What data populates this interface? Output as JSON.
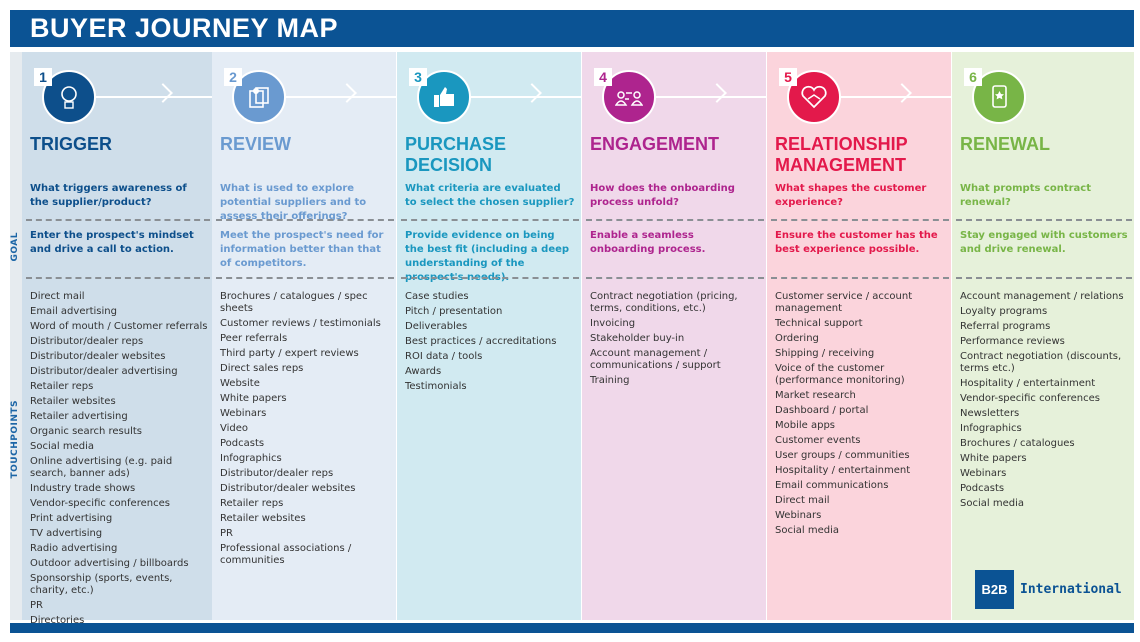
{
  "header": {
    "title": "BUYER JOURNEY MAP"
  },
  "side_labels": {
    "goal": "GOAL",
    "touchpoints": "TOUCHPOINTS"
  },
  "stages": [
    {
      "num": "1",
      "title": "TRIGGER",
      "icon": "lightbulb-icon",
      "color": "#0d4f8b",
      "bg": "#cfdeea",
      "question": "What triggers awareness of the supplier/product?",
      "goal": "Enter the prospect's mindset and drive a call to action.",
      "touchpoints": [
        "Direct mail",
        "Email advertising",
        "Word of mouth / Customer referrals",
        "Distributor/dealer reps",
        "Distributor/dealer websites",
        "Distributor/dealer advertising",
        "Retailer reps",
        "Retailer websites",
        "Retailer advertising",
        "Organic search results",
        "Social media",
        "Online advertising (e.g. paid search, banner ads)",
        "Industry trade shows",
        "Vendor-specific conferences",
        "Print advertising",
        "TV advertising",
        "Radio advertising",
        "Outdoor advertising / billboards",
        "Sponsorship (sports, events, charity, etc.)",
        "PR",
        "Directories"
      ]
    },
    {
      "num": "2",
      "title": "REVIEW",
      "icon": "documents-pin-icon",
      "color": "#6a9ad0",
      "bg": "#e4ecf5",
      "question": "What is used to explore potential suppliers and to assess their offerings?",
      "goal": "Meet the prospect's need for information better than that of competitors.",
      "touchpoints": [
        "Brochures / catalogues / spec sheets",
        "Customer reviews / testimonials",
        "Peer referrals",
        "Third party / expert reviews",
        "Direct sales reps",
        "Website",
        "White papers",
        "Webinars",
        "Video",
        "Podcasts",
        "Infographics",
        "Distributor/dealer reps",
        "Distributor/dealer websites",
        "Retailer reps",
        "Retailer websites",
        "PR",
        "Professional associations / communities"
      ]
    },
    {
      "num": "3",
      "title": "PURCHASE DECISION",
      "icon": "thumbs-up-icon",
      "color": "#1a97bf",
      "bg": "#d1eaf1",
      "question": "What criteria are evaluated to select the chosen supplier?",
      "goal": "Provide evidence on being the best fit (including a deep understanding of the prospect's needs).",
      "touchpoints": [
        "Case studies",
        "Pitch / presentation",
        "Deliverables",
        "Best practices / accreditations",
        "ROI data / tools",
        "Awards",
        "Testimonials"
      ]
    },
    {
      "num": "4",
      "title": "ENGAGEMENT",
      "icon": "people-exchange-icon",
      "color": "#ae248e",
      "bg": "#f0d8ea",
      "question": "How does the onboarding process unfold?",
      "goal": "Enable a seamless onboarding process.",
      "touchpoints": [
        "Contract negotiation (pricing, terms, conditions, etc.)",
        "Invoicing",
        "Stakeholder buy-in",
        "Account management / communications / support",
        "Training"
      ]
    },
    {
      "num": "5",
      "title": "RELATIONSHIP MANAGEMENT",
      "icon": "heart-handshake-icon",
      "color": "#e3194b",
      "bg": "#fbd4dc",
      "question": "What shapes the customer experience?",
      "goal": "Ensure the customer has the best experience possible.",
      "touchpoints": [
        "Customer service / account management",
        "Technical support",
        "Ordering",
        "Shipping / receiving",
        "Voice of the customer (performance monitoring)",
        "Market research",
        "Dashboard / portal",
        "Mobile apps",
        "Customer events",
        "User groups / communities",
        "Hospitality / entertainment",
        "Email communications",
        "Direct mail",
        "Webinars",
        "Social media"
      ]
    },
    {
      "num": "6",
      "title": "RENEWAL",
      "icon": "phone-star-icon",
      "color": "#78b547",
      "bg": "#e6f1da",
      "question": "What prompts contract renewal?",
      "goal": "Stay engaged with customers and drive renewal.",
      "touchpoints": [
        "Account management / relations",
        "Loyalty programs",
        "Referral programs",
        "Performance reviews",
        "Contract negotiation (discounts, terms etc.)",
        "Hospitality / entertainment",
        "Vendor-specific conferences",
        "Newsletters",
        "Infographics",
        "Brochures / catalogues",
        "White papers",
        "Webinars",
        "Podcasts",
        "Social media"
      ]
    }
  ],
  "logo": {
    "mark": "B2B",
    "text": "International"
  }
}
